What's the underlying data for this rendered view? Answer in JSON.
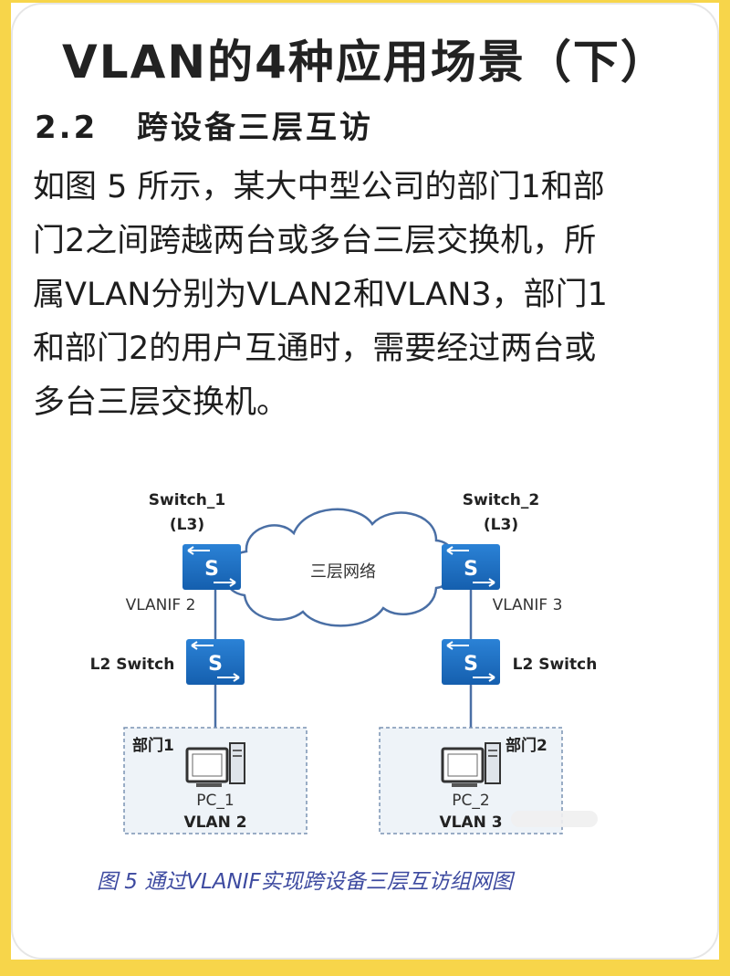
{
  "title": "VLAN的4种应用场景（下）",
  "section": {
    "number": "2.2",
    "heading": "跨设备三层互访"
  },
  "paragraph_lines": [
    "如图 5 所示，某大中型公司的部门1和部",
    "门2之间跨越两台或多台三层交换机，所",
    "属VLAN分别为VLAN2和VLAN3，部门1",
    "和部门2的用户互通时，需要经过两台或",
    "多台三层交换机。"
  ],
  "diagram": {
    "cloud_label": "三层网络",
    "switch1": {
      "name": "Switch_1",
      "layer": "(L3)",
      "vlanif": "VLANIF 2",
      "icon_letter": "S"
    },
    "switch2": {
      "name": "Switch_2",
      "layer": "(L3)",
      "vlanif": "VLANIF 3",
      "icon_letter": "S"
    },
    "l2_left": {
      "label": "L2 Switch",
      "icon_letter": "S"
    },
    "l2_right": {
      "label": "L2 Switch",
      "icon_letter": "S"
    },
    "dept1": {
      "label": "部门1",
      "pc": "PC_1",
      "vlan": "VLAN 2"
    },
    "dept2": {
      "label": "部门2",
      "pc": "PC_2",
      "vlan": "VLAN 3"
    },
    "caption": "图 5  通过VLANIF实现跨设备三层互访组网图"
  },
  "colors": {
    "border": "#f7d54a",
    "switch_blue": "#1f6fbf",
    "caption": "#3d4aa0",
    "link": "#4a6fa5"
  }
}
